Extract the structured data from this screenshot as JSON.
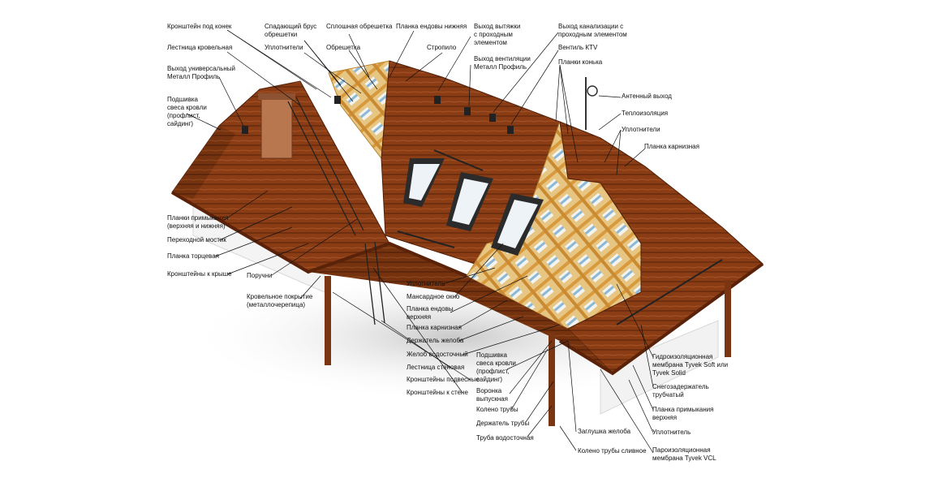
{
  "labels": {
    "ridge_bracket": "Кронштейн под конек",
    "falling_beam": "Спадающий брус\nобрешетки",
    "solid_sheathing": "Сплошная обрешетка",
    "lower_valley_strip": "Планка ендовы нижняя",
    "hood_outlet": "Выход вытяжки\nс проходным\nэлементом",
    "sewer_outlet": "Выход канализации с\nпроходным элементом",
    "roof_ladder": "Лестница кровельная",
    "seals_top": "Уплотнители",
    "sheathing": "Обрешетка",
    "rafter": "Стропило",
    "ktv_valve": "Вентиль КТV",
    "universal_outlet": "Выход универсальный\nМеталл Профиль",
    "vent_outlet": "Выход вентиляции\nМеталл Профиль",
    "ridge_strips": "Планки конька",
    "eave_lining_left": "Подшивка\nсвеса кровли\n(профлист,\nсайдинг)",
    "antenna_outlet": "Антенный выход",
    "insulation": "Теплоизоляция",
    "seals_right": "Уплотнители",
    "eave_strip_right": "Планка карнизная",
    "junction_strips": "Планки примыкания\n(верхняя и нижняя)",
    "walkway": "Переходной мостик",
    "gable_strip": "Планка торцевая",
    "roof_brackets": "Кронштейны к крыше",
    "handrails": "Поручни",
    "roof_covering": "Кровельное покрытие\n(металлочерепица)",
    "seal_center": "Уплотнитель",
    "attic_window": "Мансардное окно",
    "upper_valley_strip": "Планка ендовы\nверхняя",
    "eave_strip_center": "Планка карнизная",
    "gutter_holder": "Держатель желоба",
    "gutter": "Желоб водосточный",
    "wall_ladder": "Лестница стеновая",
    "suspended_brackets": "Кронштейны подвесные",
    "wall_brackets": "Кронштейны к стене",
    "eave_lining_center": "Подшивка\nсвеса кровли\n(профлист,\nсайдинг)",
    "funnel": "Воронка\nвыпускная",
    "pipe_elbow": "Колено трубы",
    "pipe_holder": "Держатель трубы",
    "downpipe": "Труба водосточная",
    "gutter_cap": "Заглушка желоба",
    "drain_elbow": "Колено трубы сливное",
    "waterproof_membrane": "Гидроизоляционная\nмембрана Tyvek Soft или\nTyvek Solid",
    "snow_guard": "Снегозадержатель\nтрубчатый",
    "upper_junction_strip": "Планка примыкания\nверхняя",
    "seal_bottom": "Уплотнитель",
    "vapor_membrane": "Пароизоляционная\nмембрана Tyvek VCL"
  },
  "colors": {
    "roof_tile": "#8a3c14",
    "roof_dark": "#6e2d0e",
    "wood": "#e2b050",
    "membrane": "#eaf2f6",
    "wall": "#ffffff"
  }
}
